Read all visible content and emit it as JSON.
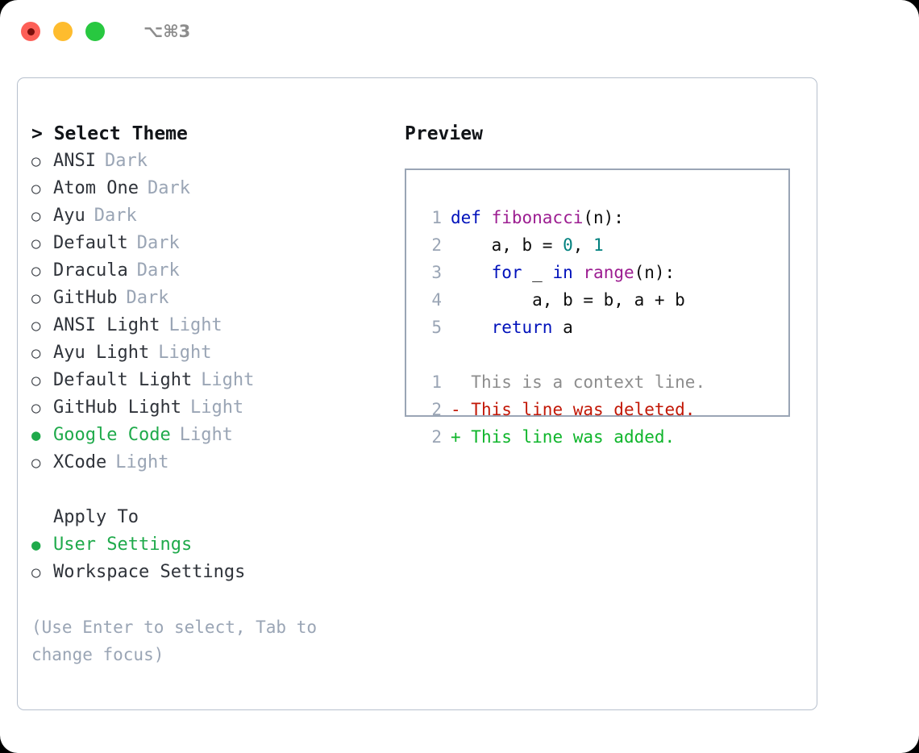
{
  "titlebar": {
    "shortcut": "⌥⌘3",
    "lights": [
      {
        "name": "close",
        "color": "#fd5f57"
      },
      {
        "name": "minimize",
        "color": "#febc2e"
      },
      {
        "name": "maximize",
        "color": "#28c840"
      }
    ]
  },
  "theme_picker": {
    "header": "> Select Theme",
    "options": [
      {
        "bullet": "○",
        "label": "ANSI",
        "tag": "Dark",
        "selected": false
      },
      {
        "bullet": "○",
        "label": "Atom One",
        "tag": "Dark",
        "selected": false
      },
      {
        "bullet": "○",
        "label": "Ayu",
        "tag": "Dark",
        "selected": false
      },
      {
        "bullet": "○",
        "label": "Default",
        "tag": "Dark",
        "selected": false
      },
      {
        "bullet": "○",
        "label": "Dracula",
        "tag": "Dark",
        "selected": false
      },
      {
        "bullet": "○",
        "label": "GitHub",
        "tag": "Dark",
        "selected": false
      },
      {
        "bullet": "○",
        "label": "ANSI Light",
        "tag": "Light",
        "selected": false
      },
      {
        "bullet": "○",
        "label": "Ayu Light",
        "tag": "Light",
        "selected": false
      },
      {
        "bullet": "○",
        "label": "Default Light",
        "tag": "Light",
        "selected": false
      },
      {
        "bullet": "○",
        "label": "GitHub Light",
        "tag": "Light",
        "selected": false
      },
      {
        "bullet": "●",
        "label": "Google Code",
        "tag": "Light",
        "selected": true
      },
      {
        "bullet": "○",
        "label": "XCode",
        "tag": "Light",
        "selected": false
      }
    ]
  },
  "apply_to": {
    "header": "Apply To",
    "options": [
      {
        "bullet": "●",
        "label": "User Settings",
        "selected": true
      },
      {
        "bullet": "○",
        "label": "Workspace Settings",
        "selected": false
      }
    ]
  },
  "hint": "(Use Enter to select, Tab to change focus)",
  "preview": {
    "header": "Preview",
    "code_lines": [
      {
        "number": "1",
        "tokens": [
          {
            "text": "def ",
            "type": "kw"
          },
          {
            "text": "fibonacci",
            "type": "fn"
          },
          {
            "text": "(n):",
            "type": "plain"
          }
        ]
      },
      {
        "number": "2",
        "tokens": [
          {
            "text": "    a, b = ",
            "type": "plain"
          },
          {
            "text": "0",
            "type": "num"
          },
          {
            "text": ", ",
            "type": "plain"
          },
          {
            "text": "1",
            "type": "num"
          }
        ]
      },
      {
        "number": "3",
        "tokens": [
          {
            "text": "    ",
            "type": "plain"
          },
          {
            "text": "for",
            "type": "kw"
          },
          {
            "text": " _ ",
            "type": "plain"
          },
          {
            "text": "in",
            "type": "kw"
          },
          {
            "text": " ",
            "type": "plain"
          },
          {
            "text": "range",
            "type": "fn"
          },
          {
            "text": "(n):",
            "type": "plain"
          }
        ]
      },
      {
        "number": "4",
        "tokens": [
          {
            "text": "        a, b = b, a + b",
            "type": "plain"
          }
        ]
      },
      {
        "number": "5",
        "tokens": [
          {
            "text": "    ",
            "type": "plain"
          },
          {
            "text": "return",
            "type": "kw"
          },
          {
            "text": " a",
            "type": "plain"
          }
        ]
      }
    ],
    "diff_lines": [
      {
        "number": "1",
        "marker": " ",
        "text": " This is a context line.",
        "type": "ctx"
      },
      {
        "number": "2",
        "marker": "-",
        "text": " This line was deleted.",
        "type": "del"
      },
      {
        "number": "2",
        "marker": "+",
        "text": " This line was added.",
        "type": "add"
      }
    ]
  },
  "colors": {
    "accent_green": "#1faa4b",
    "muted": "#9aa5b5",
    "keyword": "#0011bb",
    "function": "#9c1d91",
    "number": "#00807e",
    "diff_add": "#0fb52b",
    "diff_del": "#c21807"
  }
}
